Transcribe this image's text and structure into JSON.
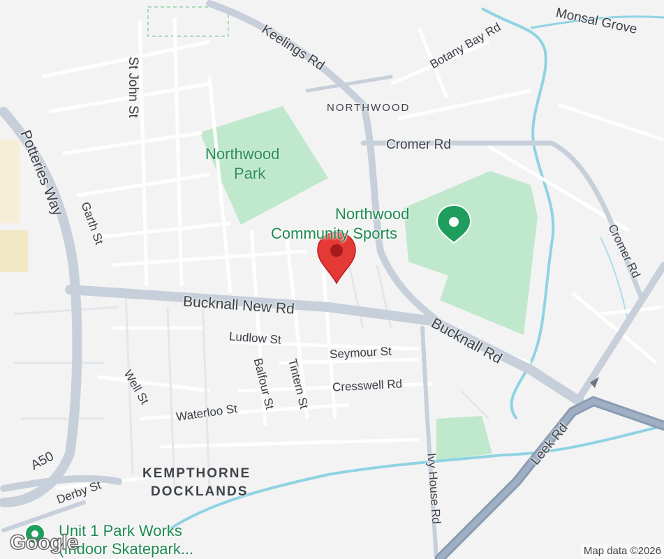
{
  "map": {
    "area_labels": {
      "northwood": "NORTHWOOD",
      "kempthorne_line1": "KEMPTHORNE",
      "kempthorne_line2": "DOCKLANDS"
    },
    "parks": {
      "northwood_park_line1": "Northwood",
      "northwood_park_line2": "Park"
    },
    "pois": {
      "sports_line1": "Northwood",
      "sports_line2": "Community Sports",
      "skatepark_line1": "Unit 1 Park Works",
      "skatepark_line2": "(Indoor Skatepark..."
    },
    "roads": {
      "keelings": "Keelings Rd",
      "botany_bay": "Botany Bay Rd",
      "monsal": "Monsal Grove",
      "st_john": "St John St",
      "potteries": "Potteries Way",
      "garth": "Garth St",
      "cromer1": "Cromer Rd",
      "cromer2": "Cromer Rd",
      "bucknall_new": "Bucknall New Rd",
      "bucknall": "Bucknall Rd",
      "ludlow": "Ludlow St",
      "seymour": "Seymour St",
      "cresswell": "Cresswell Rd",
      "well": "Well St",
      "balfour": "Balfour St",
      "tintern": "Tintern St",
      "waterloo": "Waterloo St",
      "a50": "A50",
      "derby": "Derby St",
      "ivy_house": "Ivy House Rd",
      "leek": "Leek Rd"
    },
    "attribution": "Map data ©2026",
    "logo": "Google",
    "colors": {
      "background": "#f3f3f4",
      "park": "#bfe8cc",
      "water": "#8fd3e3",
      "major_road": "#c7d0da",
      "highway": "#8a9bb2",
      "pin": "#e53935"
    }
  }
}
